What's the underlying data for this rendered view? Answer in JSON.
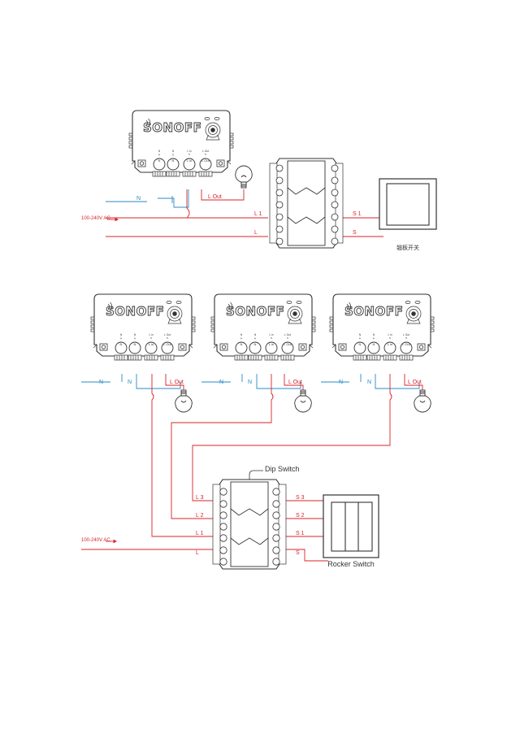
{
  "colors": {
    "live": "#d8232a",
    "neutral": "#2a8ac8",
    "outline": "#333333"
  },
  "brand": "SONOFF",
  "terminals": {
    "n1": "N",
    "n2": "N",
    "lin": "L in",
    "lout": "L Out"
  },
  "top": {
    "wire_n": "N",
    "wire_lout": "L Out",
    "wire_l1": "L 1",
    "wire_l": "L",
    "wire_s1": "S 1",
    "wire_s": "S",
    "supply": "100-240V AC",
    "switch_caption": "翘板开关"
  },
  "bottom": {
    "wire_n": "N",
    "wire_lout": "L Out",
    "wire_l3": "L 3",
    "wire_l2": "L 2",
    "wire_l1": "L 1",
    "wire_l": "L",
    "wire_s3": "S 3",
    "wire_s2": "S 2",
    "wire_s1": "S 1",
    "wire_s": "S",
    "supply": "100-240V AC",
    "dip_caption": "Dip Switch",
    "rocker_caption": "Rocker Switch"
  }
}
